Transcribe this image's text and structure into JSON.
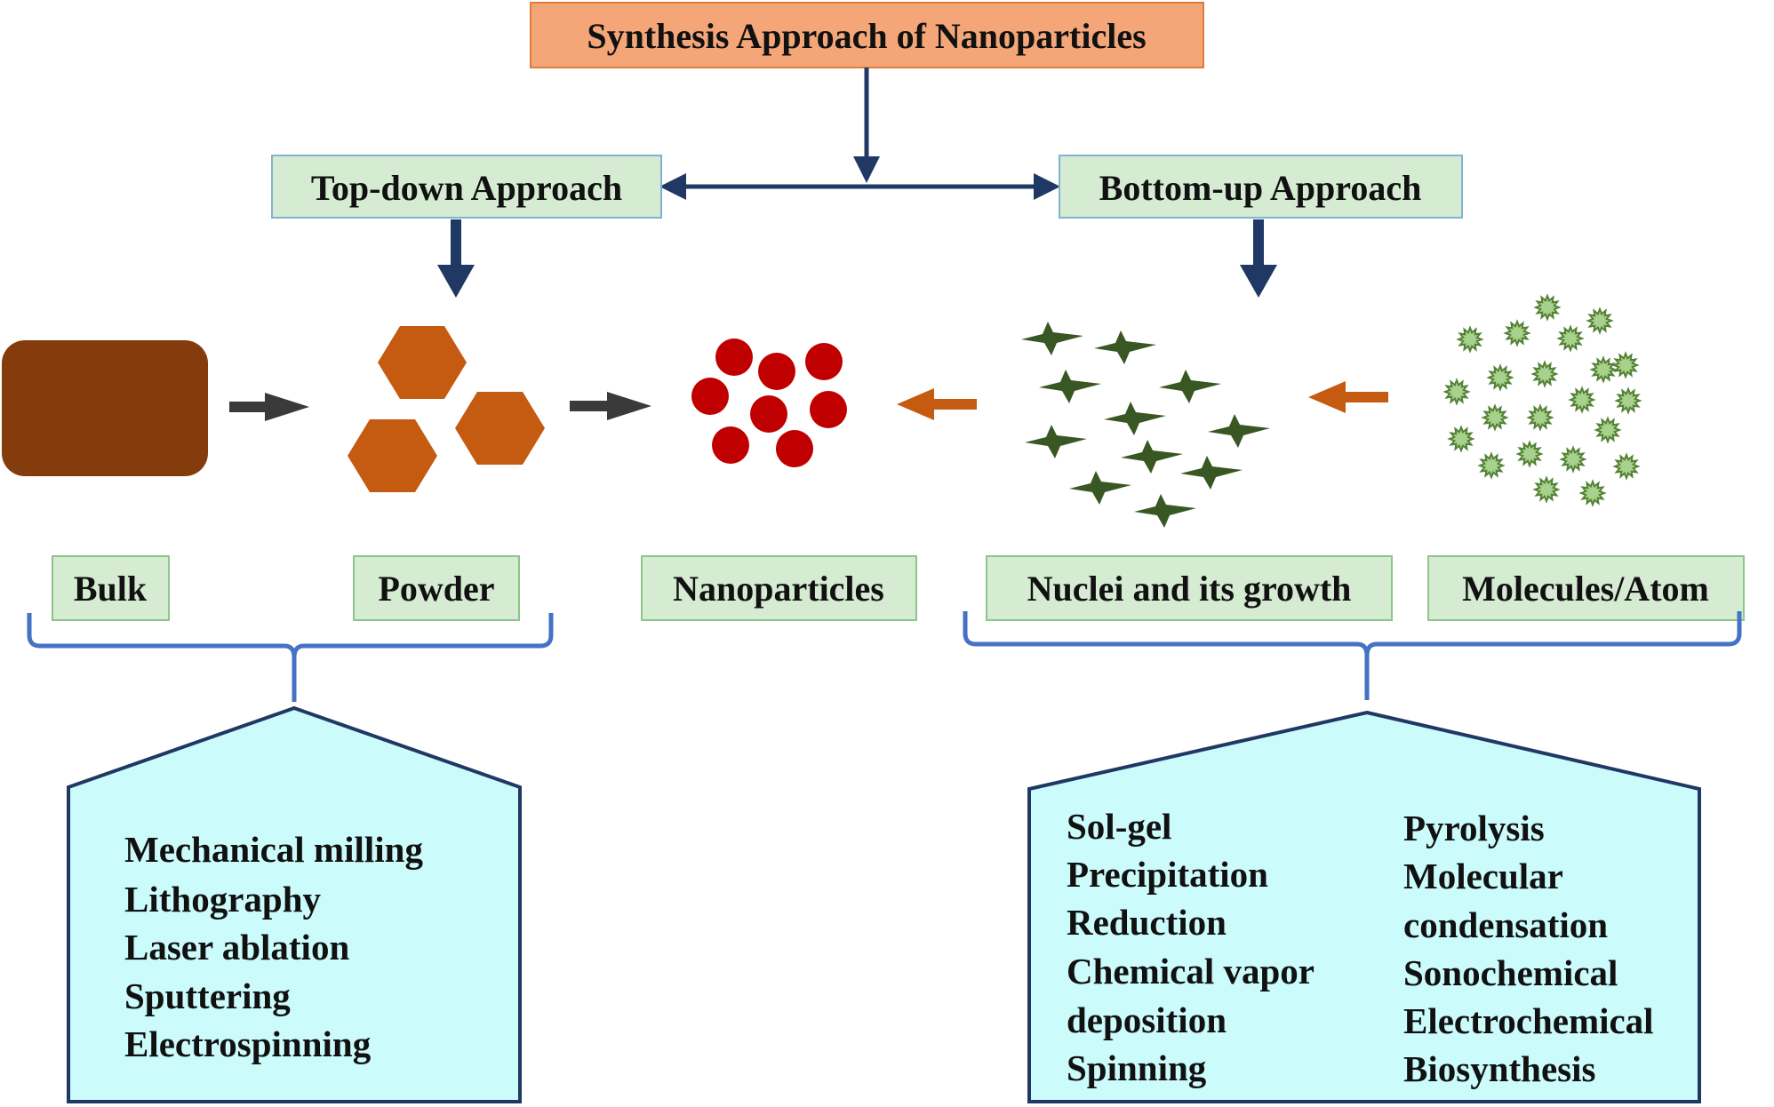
{
  "title": "Synthesis Approach of Nanoparticles",
  "branches": {
    "top_down": "Top-down Approach",
    "bottom_up": "Bottom-up Approach"
  },
  "stages": {
    "bulk": "Bulk",
    "powder": "Powder",
    "nanoparticles": "Nanoparticles",
    "nuclei": "Nuclei and its growth",
    "molecules": "Molecules/Atom"
  },
  "methods": {
    "top_down": [
      "Mechanical milling",
      "Lithography",
      "Laser ablation",
      "Sputtering",
      "Electrospinning"
    ],
    "bottom_up_col1": [
      "Sol-gel",
      "Precipitation",
      "Reduction",
      "Chemical vapor",
      "deposition",
      "Spinning"
    ],
    "bottom_up_col2": [
      "Pyrolysis",
      "Molecular",
      "condensation",
      "Sonochemical",
      "Electrochemical",
      "Biosynthesis"
    ]
  },
  "colors": {
    "title_box": "#f4a678",
    "label_box": "#d5ebd2",
    "label_border": "#8dc58a",
    "method_box": "#ccfbfc",
    "method_border": "#1f3864",
    "connector": "#1f3864",
    "brace": "#4472c4",
    "bulk": "#843c0c",
    "powder": "#c55a11",
    "nanoparticle": "#c00000",
    "nuclei": "#385723",
    "molecule_fill": "#a9d18e",
    "molecule_stroke": "#548235",
    "arrow_gray": "#3a3a3a",
    "arrow_orange": "#c55a11"
  }
}
